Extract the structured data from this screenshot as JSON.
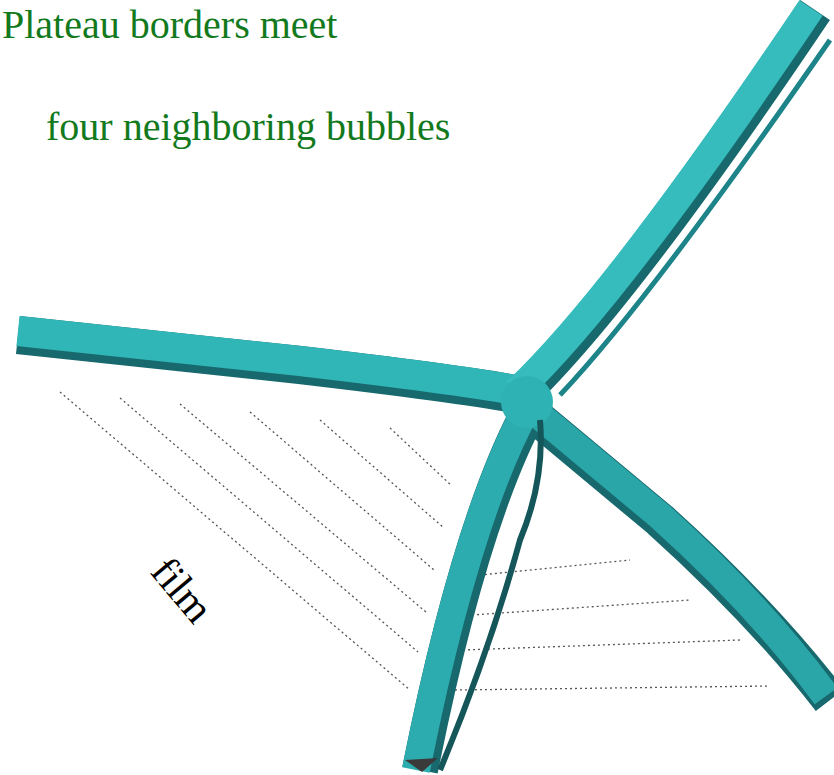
{
  "diagram": {
    "labels": [
      "Plateau borders meet",
      "four neighboring bubbles",
      "film"
    ]
  }
}
